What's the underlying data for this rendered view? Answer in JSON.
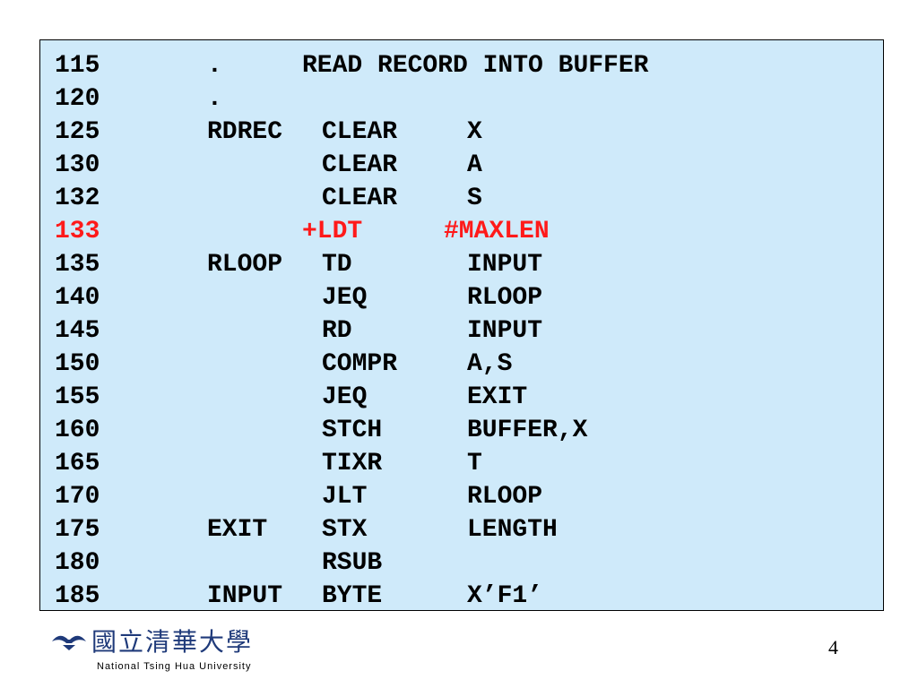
{
  "code_lines": [
    {
      "num": "115",
      "label": ".",
      "op": "READ RECORD INTO BUFFER",
      "operand": "",
      "highlight": false
    },
    {
      "num": "120",
      "label": ".",
      "op": "",
      "operand": "",
      "highlight": false
    },
    {
      "num": "125",
      "label": "RDREC",
      "op": "CLEAR",
      "operand": "X",
      "highlight": false
    },
    {
      "num": "130",
      "label": "",
      "op": "CLEAR",
      "operand": "A",
      "highlight": false
    },
    {
      "num": "132",
      "label": "",
      "op": "CLEAR",
      "operand": "S",
      "highlight": false
    },
    {
      "num": "133",
      "label": "",
      "op": "+LDT",
      "operand": "#MAXLEN",
      "highlight": true
    },
    {
      "num": "135",
      "label": "RLOOP",
      "op": "TD",
      "operand": "INPUT",
      "highlight": false
    },
    {
      "num": "140",
      "label": "",
      "op": "JEQ",
      "operand": "RLOOP",
      "highlight": false
    },
    {
      "num": "145",
      "label": "",
      "op": "RD",
      "operand": "INPUT",
      "highlight": false
    },
    {
      "num": "150",
      "label": "",
      "op": "COMPR",
      "operand": "A,S",
      "highlight": false
    },
    {
      "num": "155",
      "label": "",
      "op": "JEQ",
      "operand": "EXIT",
      "highlight": false
    },
    {
      "num": "160",
      "label": "",
      "op": "STCH",
      "operand": "BUFFER,X",
      "highlight": false
    },
    {
      "num": "165",
      "label": "",
      "op": "TIXR",
      "operand": "T",
      "highlight": false
    },
    {
      "num": "170",
      "label": "",
      "op": "JLT",
      "operand": "RLOOP",
      "highlight": false
    },
    {
      "num": "175",
      "label": "EXIT",
      "op": "STX",
      "operand": "LENGTH",
      "highlight": false
    },
    {
      "num": "180",
      "label": "",
      "op": "RSUB",
      "operand": "",
      "highlight": false
    },
    {
      "num": "185",
      "label": "INPUT",
      "op": "BYTE",
      "operand": "X’F1’",
      "highlight": false
    }
  ],
  "footer": {
    "university_cjk": "國立清華大學",
    "university_en": "National Tsing Hua University",
    "page_number": "4"
  },
  "colors": {
    "panel_background": "#cfeafa",
    "highlight_text": "#ff1a1a",
    "logo_blue": "#1f3a7a"
  }
}
